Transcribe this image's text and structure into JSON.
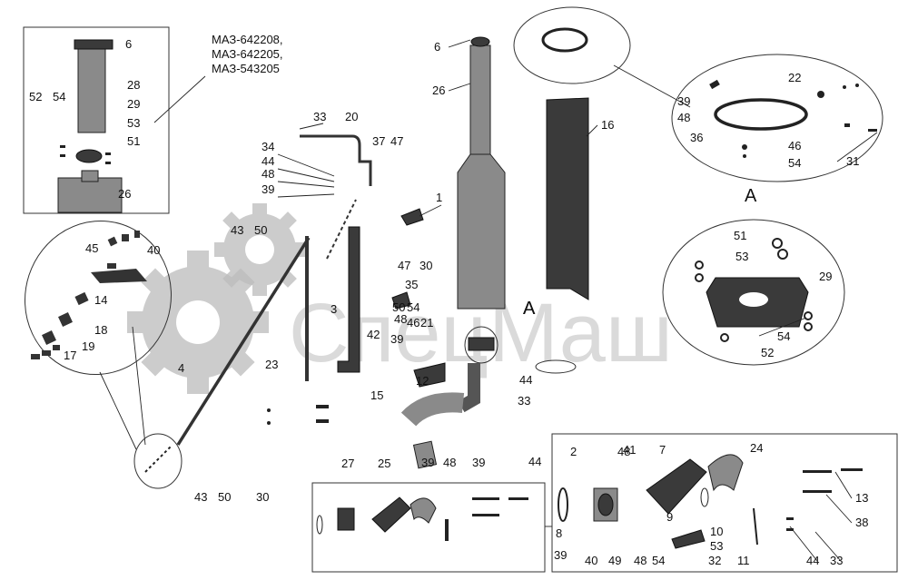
{
  "models": [
    "МАЗ-642208,",
    "МАЗ-642205,",
    "МАЗ-543205"
  ],
  "view_label": "A",
  "watermark": "СпецМаш",
  "callouts": {
    "inset_tl": [
      "6",
      "28",
      "52",
      "54",
      "29",
      "53",
      "51",
      "26"
    ],
    "main_left": [
      "33",
      "20",
      "34",
      "44",
      "48",
      "39",
      "37",
      "47",
      "43",
      "50",
      "45",
      "40",
      "14",
      "18",
      "19",
      "17",
      "4",
      "23",
      "43",
      "50",
      "30",
      "3",
      "42",
      "39",
      "50",
      "48"
    ],
    "main_center": [
      "6",
      "26",
      "16",
      "1",
      "47",
      "30",
      "35",
      "54",
      "46",
      "21",
      "12",
      "15",
      "44",
      "33",
      "27",
      "25",
      "39",
      "48",
      "39",
      "44",
      "A"
    ],
    "oval_right": [
      "39",
      "48",
      "36",
      "22",
      "46",
      "54",
      "31"
    ],
    "view_a": [
      "51",
      "53",
      "29",
      "54",
      "52"
    ],
    "inset_br": [
      "2",
      "48",
      "41",
      "7",
      "24",
      "8",
      "9",
      "10",
      "53",
      "54",
      "32",
      "39",
      "40",
      "49",
      "48",
      "11",
      "13",
      "38",
      "44",
      "33"
    ]
  },
  "colors": {
    "ink": "#111111",
    "part_dark": "#3a3a3a",
    "part_light": "#8a8a8a",
    "watermark": "#bcbcbc"
  },
  "icons": {
    "watermark_gear": "gear-icon"
  }
}
